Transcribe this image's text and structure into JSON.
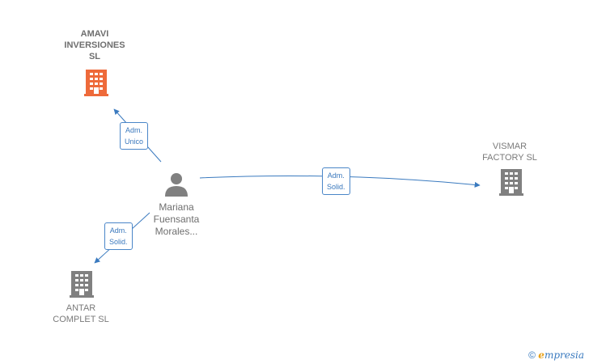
{
  "nodes": {
    "amavi": {
      "lines": [
        "AMAVI",
        "INVERSIONES",
        "SL"
      ],
      "color": "#ee6a3a"
    },
    "vismar": {
      "lines": [
        "VISMAR",
        "FACTORY SL"
      ],
      "color": "#808080"
    },
    "antar": {
      "lines": [
        "ANTAR",
        "COMPLET SL"
      ],
      "color": "#808080"
    },
    "person": {
      "lines": [
        "Mariana",
        "Fuensanta",
        "Morales..."
      ],
      "color": "#808080"
    }
  },
  "relations": {
    "amavi": [
      "Adm.",
      "Unico"
    ],
    "vismar": [
      "Adm.",
      "Solid."
    ],
    "antar": [
      "Adm.",
      "Solid."
    ]
  },
  "colors": {
    "line": "#3a7abf"
  },
  "footer": {
    "copyright": "©",
    "brand_e": "e",
    "brand_rest": "mpresia"
  }
}
